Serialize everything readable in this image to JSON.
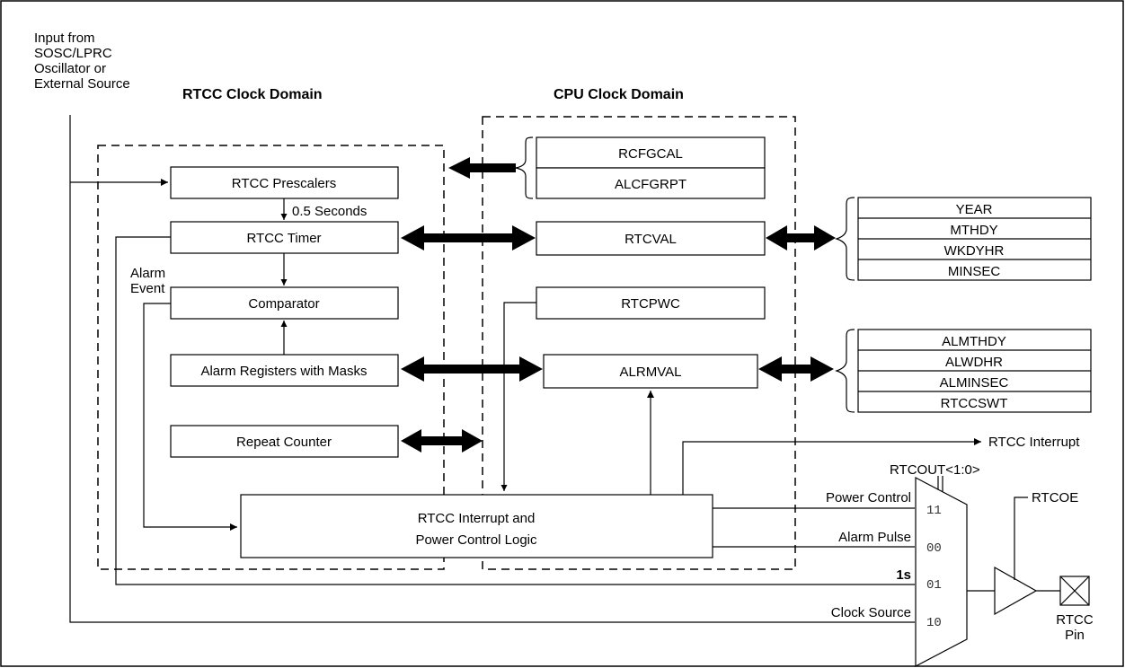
{
  "input_label": [
    "Input from",
    "SOSC/LPRC",
    "Oscillator or",
    "External Source"
  ],
  "domains": {
    "rtcc": "RTCC Clock Domain",
    "cpu": "CPU Clock Domain"
  },
  "rtcc_blocks": {
    "prescalers": "RTCC Prescalers",
    "half_sec": "0.5 Seconds",
    "timer": "RTCC Timer",
    "comparator": "Comparator",
    "alarm_regs": "Alarm Registers with Masks",
    "repeat_counter": "Repeat Counter",
    "interrupt_logic": [
      "RTCC Interrupt and",
      "Power Control Logic"
    ]
  },
  "alarm_event": [
    "Alarm",
    "Event"
  ],
  "cpu_registers": {
    "config": [
      "RCFGCAL",
      "ALCFGRPT"
    ],
    "rtcval": "RTCVAL",
    "rtcpwc": "RTCPWC",
    "alrmval": "ALRMVAL"
  },
  "rtcval_fields": [
    "YEAR",
    "MTHDY",
    "WKDYHR",
    "MINSEC"
  ],
  "alrmval_fields": [
    "ALMTHDY",
    "ALWDHR",
    "ALMINSEC",
    "RTCCSWT"
  ],
  "outputs": {
    "interrupt": "RTCC Interrupt",
    "rtcout": "RTCOUT<1:0>",
    "power_control": "Power Control",
    "alarm_pulse": "Alarm Pulse",
    "one_sec": "1s",
    "clock_source": "Clock Source",
    "rtcoe": "RTCOE",
    "pin": [
      "RTCC",
      "Pin"
    ]
  },
  "mux_codes": [
    "11",
    "00",
    "01",
    "10"
  ]
}
